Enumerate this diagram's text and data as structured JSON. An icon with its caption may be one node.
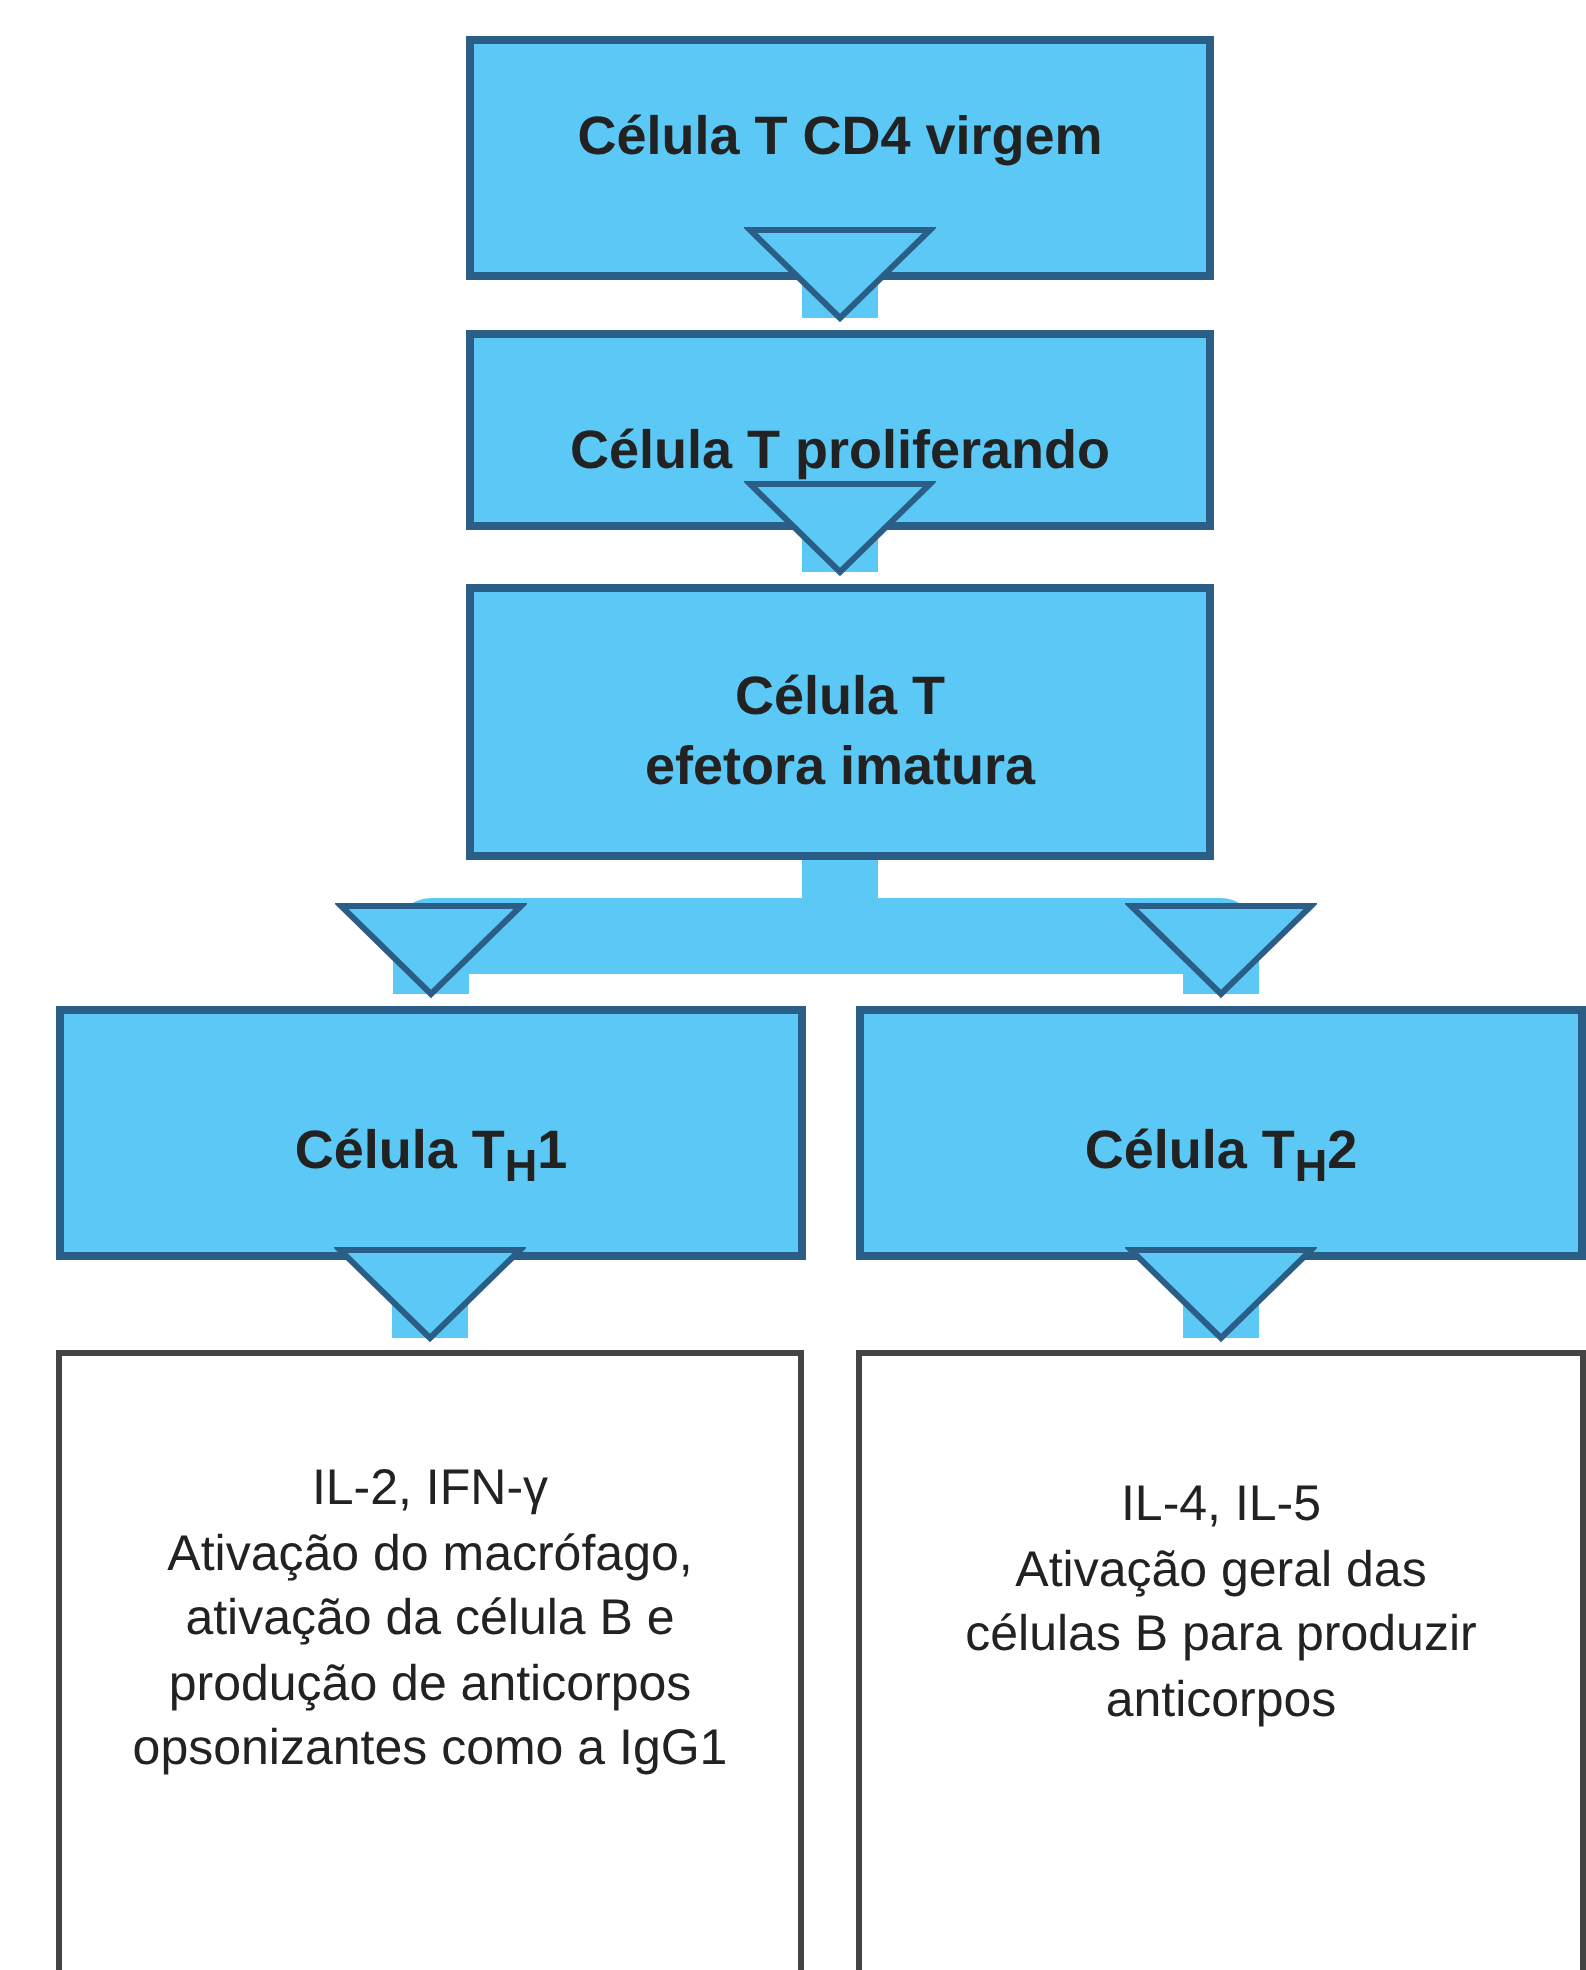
{
  "diagram": {
    "nodes": [
      {
        "text": [
          "Célula T CD4 virgem"
        ]
      },
      {
        "text": [
          "Célula T proliferando"
        ]
      },
      {
        "text": [
          "Célula T efetora imatura"
        ]
      },
      {
        "text": [
          "Célula T$_{H}$1"
        ]
      },
      {
        "text": [
          "Célula T$_{H}$2"
        ]
      },
      {
        "text": [
          "IL-2, IFN-γ",
          "Ativação do macrófago, ativação da célula B e produção de anticorpos opsonizantes como a IgG1"
        ]
      },
      {
        "text": [
          "IL-4, IL-5",
          "Ativação geral das células B para produzir anticorpos"
        ]
      }
    ],
    "edges": [
      {
        "from": 0,
        "to": 1,
        "arrow": "to"
      },
      {
        "from": 1,
        "to": 2,
        "arrow": "to"
      },
      {
        "from": 2,
        "to": 3,
        "arrow": "to"
      },
      {
        "from": 2,
        "to": 4,
        "arrow": "to"
      },
      {
        "from": 3,
        "to": 5,
        "arrow": "to"
      },
      {
        "from": 4,
        "to": 6,
        "arrow": "to"
      }
    ]
  }
}
